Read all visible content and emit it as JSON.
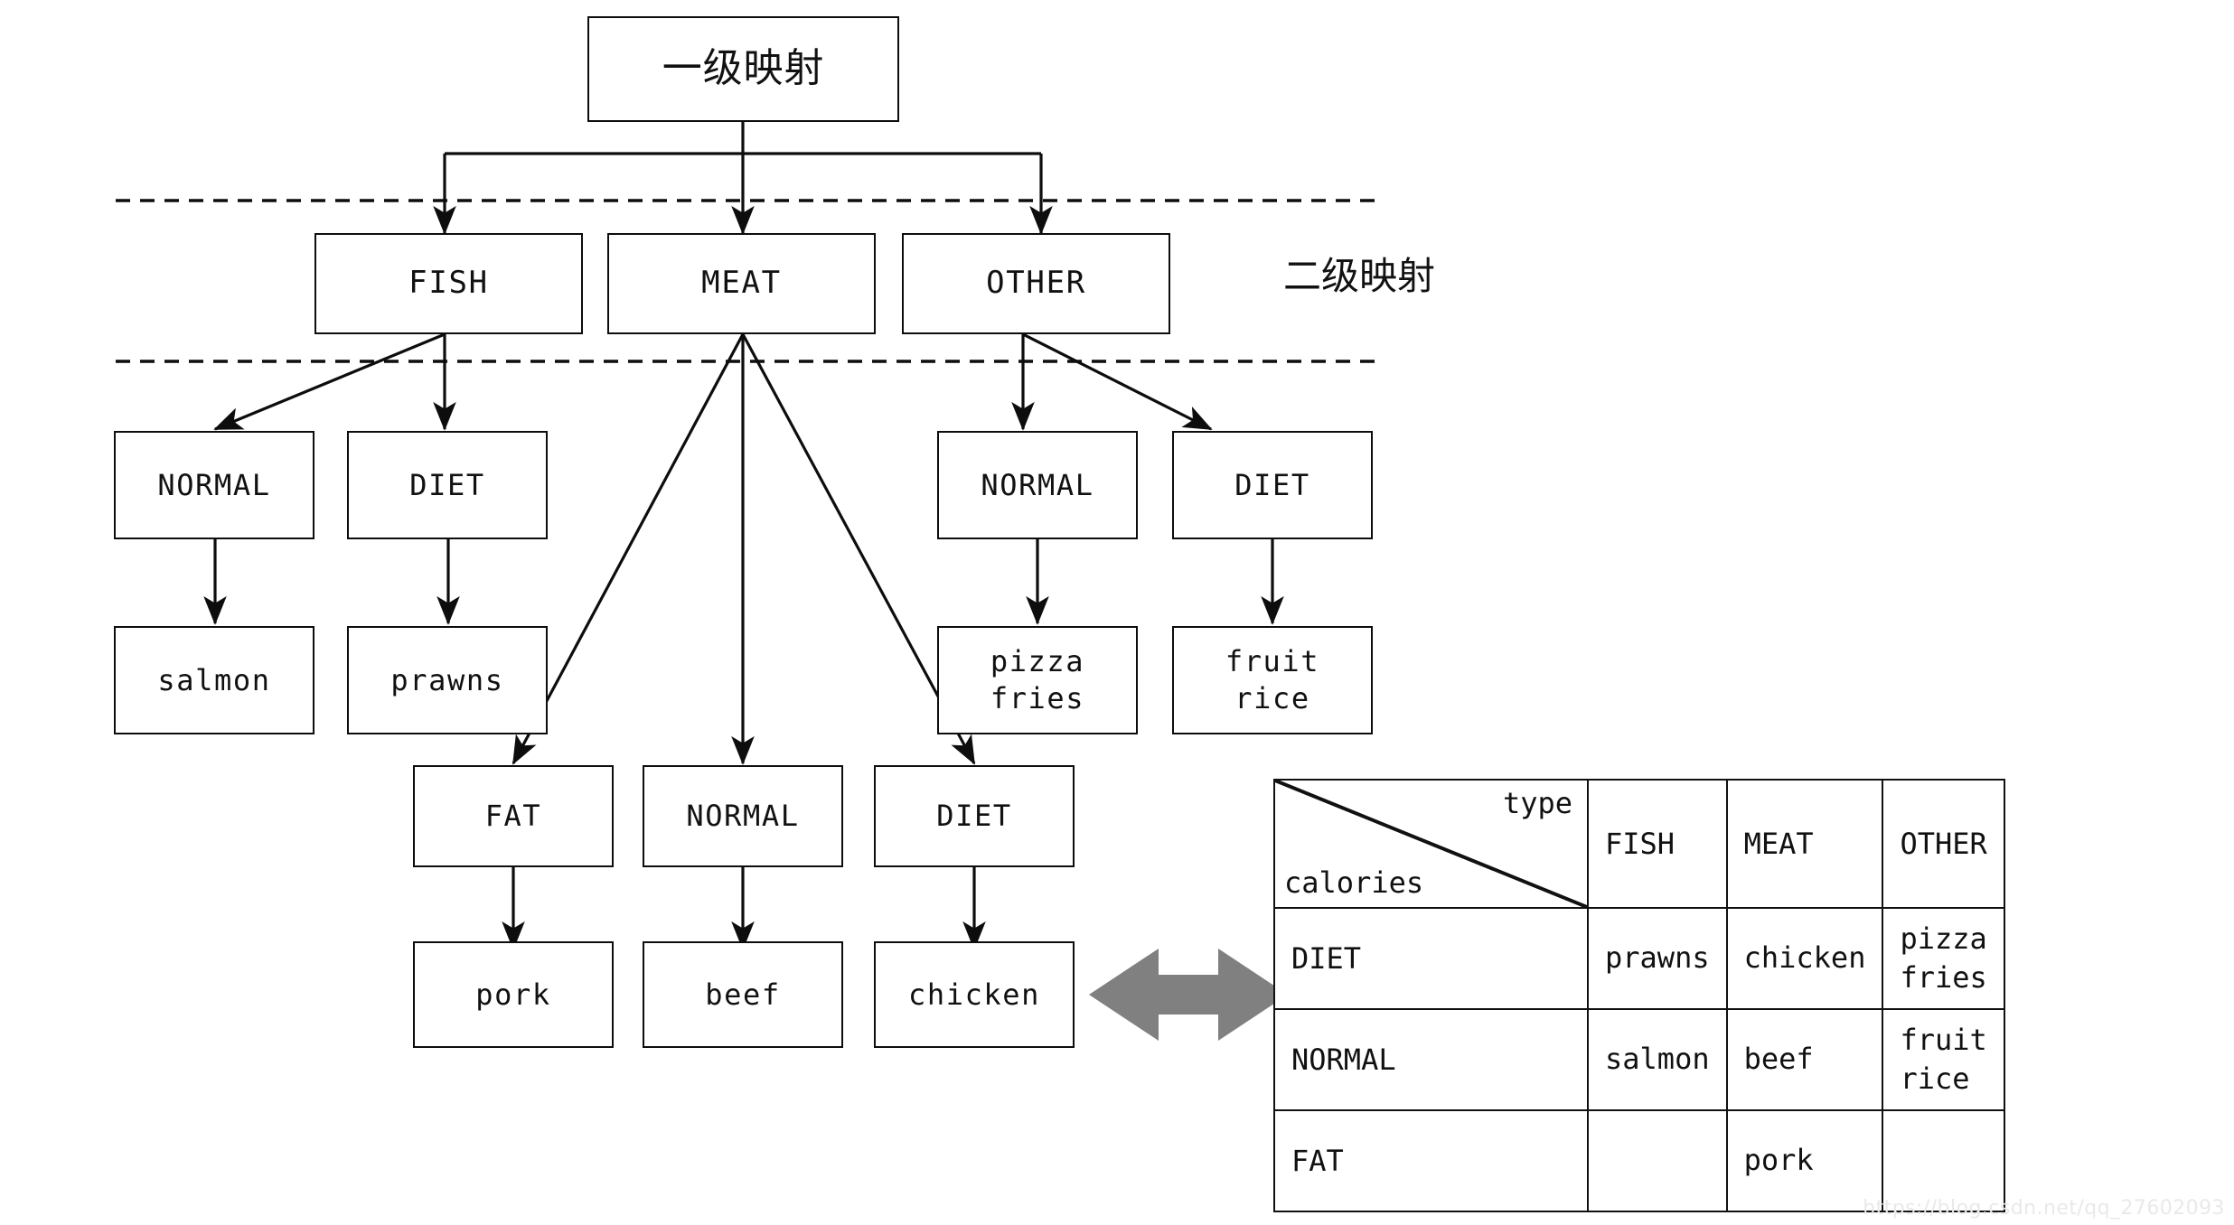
{
  "diagram": {
    "root": {
      "label": "一级映射"
    },
    "side_label_level2": "二级映射",
    "level2": [
      {
        "label": "FISH"
      },
      {
        "label": "MEAT"
      },
      {
        "label": "OTHER"
      }
    ],
    "fish_children": [
      {
        "label": "NORMAL",
        "leaf": "salmon"
      },
      {
        "label": "DIET",
        "leaf": "prawns"
      }
    ],
    "other_children": [
      {
        "label": "NORMAL",
        "leaf": "pizza\nfries"
      },
      {
        "label": "DIET",
        "leaf": "fruit\nrice"
      }
    ],
    "meat_children": [
      {
        "label": "FAT",
        "leaf": "pork"
      },
      {
        "label": "NORMAL",
        "leaf": "beef"
      },
      {
        "label": "DIET",
        "leaf": "chicken"
      }
    ],
    "equivalence_arrow": "double-headed-arrow",
    "arrow_color": "#808080",
    "line_color": "#0d0d0d"
  },
  "table": {
    "corner": {
      "type_label": "type",
      "calories_label": "calories"
    },
    "columns": [
      "FISH",
      "MEAT",
      "OTHER"
    ],
    "rows": [
      {
        "header": "DIET",
        "cells": [
          "prawns",
          "chicken",
          "pizza\nfries"
        ]
      },
      {
        "header": "NORMAL",
        "cells": [
          "salmon",
          "beef",
          "fruit\nrice"
        ]
      },
      {
        "header": "FAT",
        "cells": [
          "",
          "pork",
          ""
        ]
      }
    ]
  },
  "watermark": "https://blog.csdn.net/qq_27602093"
}
